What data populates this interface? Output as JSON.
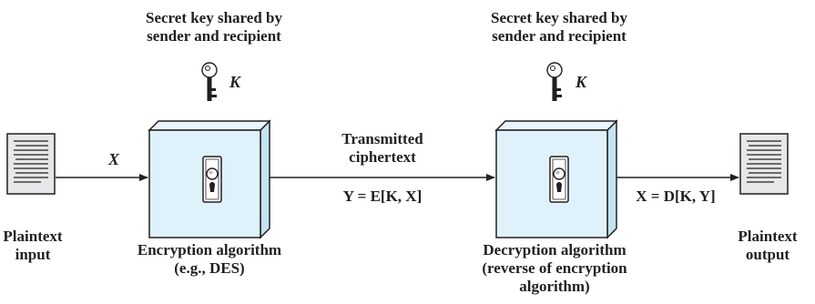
{
  "left_key": {
    "caption": "Secret key shared by\nsender and recipient",
    "symbol": "K"
  },
  "right_key": {
    "caption": "Secret key shared by\nsender and recipient",
    "symbol": "K"
  },
  "plaintext_input": {
    "label": "Plaintext\ninput"
  },
  "plaintext_output": {
    "label": "Plaintext\noutput"
  },
  "encryption": {
    "label": "Encryption algorithm\n(e.g., DES)"
  },
  "decryption": {
    "label": "Decryption algorithm\n(reverse of encryption\nalgorithm)"
  },
  "edges": {
    "input_label": "X",
    "channel_label": "Transmitted\nciphertext",
    "channel_formula": "Y = E[K, X]",
    "output_formula": "X = D[K, Y]"
  },
  "colors": {
    "box_face": "#dff1fb",
    "box_side": "#c4e4f4",
    "document": "#e6e7e8",
    "stroke": "#231f20"
  }
}
